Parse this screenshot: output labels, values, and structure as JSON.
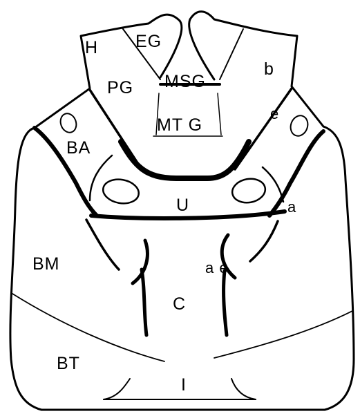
{
  "diagram": {
    "labels": {
      "H": "H",
      "EG": "EG",
      "PG": "PG",
      "MSG": "MSG",
      "b": "b",
      "e_upper": "e",
      "MTG": "MT G",
      "BA": "BA",
      "U": "U",
      "a": "a",
      "BM": "BM",
      "ae": "a e",
      "C": "C",
      "BT": "BT",
      "I": "I"
    }
  }
}
